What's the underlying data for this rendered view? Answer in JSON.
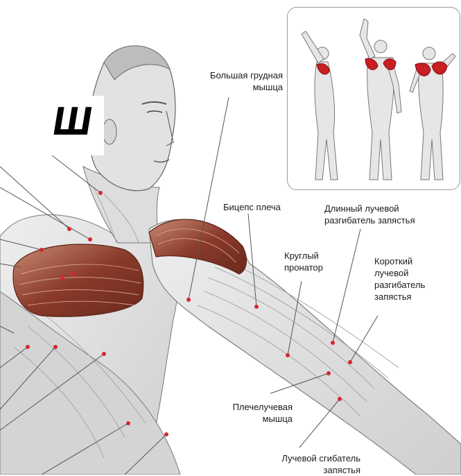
{
  "logo": {
    "text": "Ш"
  },
  "labels": {
    "pectoralis_major": [
      "Большая грудная",
      "мышца"
    ],
    "biceps": [
      "Бицепс плеча"
    ],
    "ext_carpi_radialis_longus": [
      "Длинный лучевой",
      "разгибатель запястья"
    ],
    "pronator_teres": [
      "Круглый",
      "пронатор"
    ],
    "ext_carpi_radialis_brevis": [
      "Короткий",
      "лучевой",
      "разгибатель",
      "запястья"
    ],
    "brachioradialis": [
      "Плечелучевая",
      "мышца"
    ],
    "flexor_carpi_radialis": [
      "Лучевой сгибатель",
      "запястья"
    ]
  },
  "colors": {
    "muscle_highlight": "#8a3a2a",
    "muscle_highlight_light": "#c77a64",
    "inset_highlight": "#c81e24",
    "line": "#555555",
    "marker": "#d8262e",
    "skin_gray": "#d9d9d9"
  }
}
